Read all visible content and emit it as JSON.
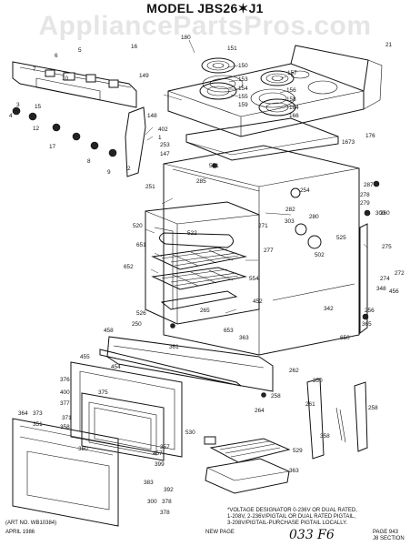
{
  "title": "MODEL JBS26✶J1",
  "watermark": "AppliancePartsPros.com",
  "parts": [
    "180",
    "151",
    "150",
    "153",
    "154",
    "155",
    "157",
    "156",
    "158",
    "159",
    "164",
    "166",
    "16",
    "21",
    "10",
    "5",
    "6",
    "7",
    "149",
    "4",
    "15",
    "3",
    "12",
    "148",
    "2",
    "402",
    "1",
    "253",
    "147",
    "8",
    "17",
    "9",
    "1673",
    "176",
    "571",
    "280",
    "251",
    "285",
    "254",
    "287",
    "278",
    "300",
    "279",
    "282",
    "303",
    "520",
    "525",
    "651",
    "522",
    "271",
    "277",
    "502",
    "275",
    "652",
    "554",
    "272",
    "274",
    "348",
    "456",
    "526",
    "265",
    "452",
    "342",
    "256",
    "365",
    "458",
    "250",
    "650",
    "653",
    "258",
    "363",
    "455",
    "361",
    "454",
    "262",
    "350",
    "376",
    "377",
    "375",
    "371",
    "358",
    "364",
    "360",
    "457",
    "264",
    "261",
    "258",
    "358",
    "373",
    "400",
    "357",
    "399",
    "530",
    "529",
    "363",
    "351",
    "383",
    "392",
    "378",
    "378",
    "300",
    "260"
  ],
  "footnote": {
    "voltage_1": "*VOLTAGE DESIGNATOR 0-236V OR DUAL RATED,",
    "voltage_2": "1-208V, 2-236V/PIGTAIL OR DUAL RATED PIGTAIL,",
    "voltage_3": "3-208V/PIGTAIL-PURCHASE PIGTAIL LOCALLY.",
    "art": "(ART NO. WB10384)",
    "date": "APRIL 1986",
    "new_page": "NEW PAGE",
    "page": "PAGE 943",
    "section": "J8 SECTION"
  },
  "handwritten": "033 F6"
}
